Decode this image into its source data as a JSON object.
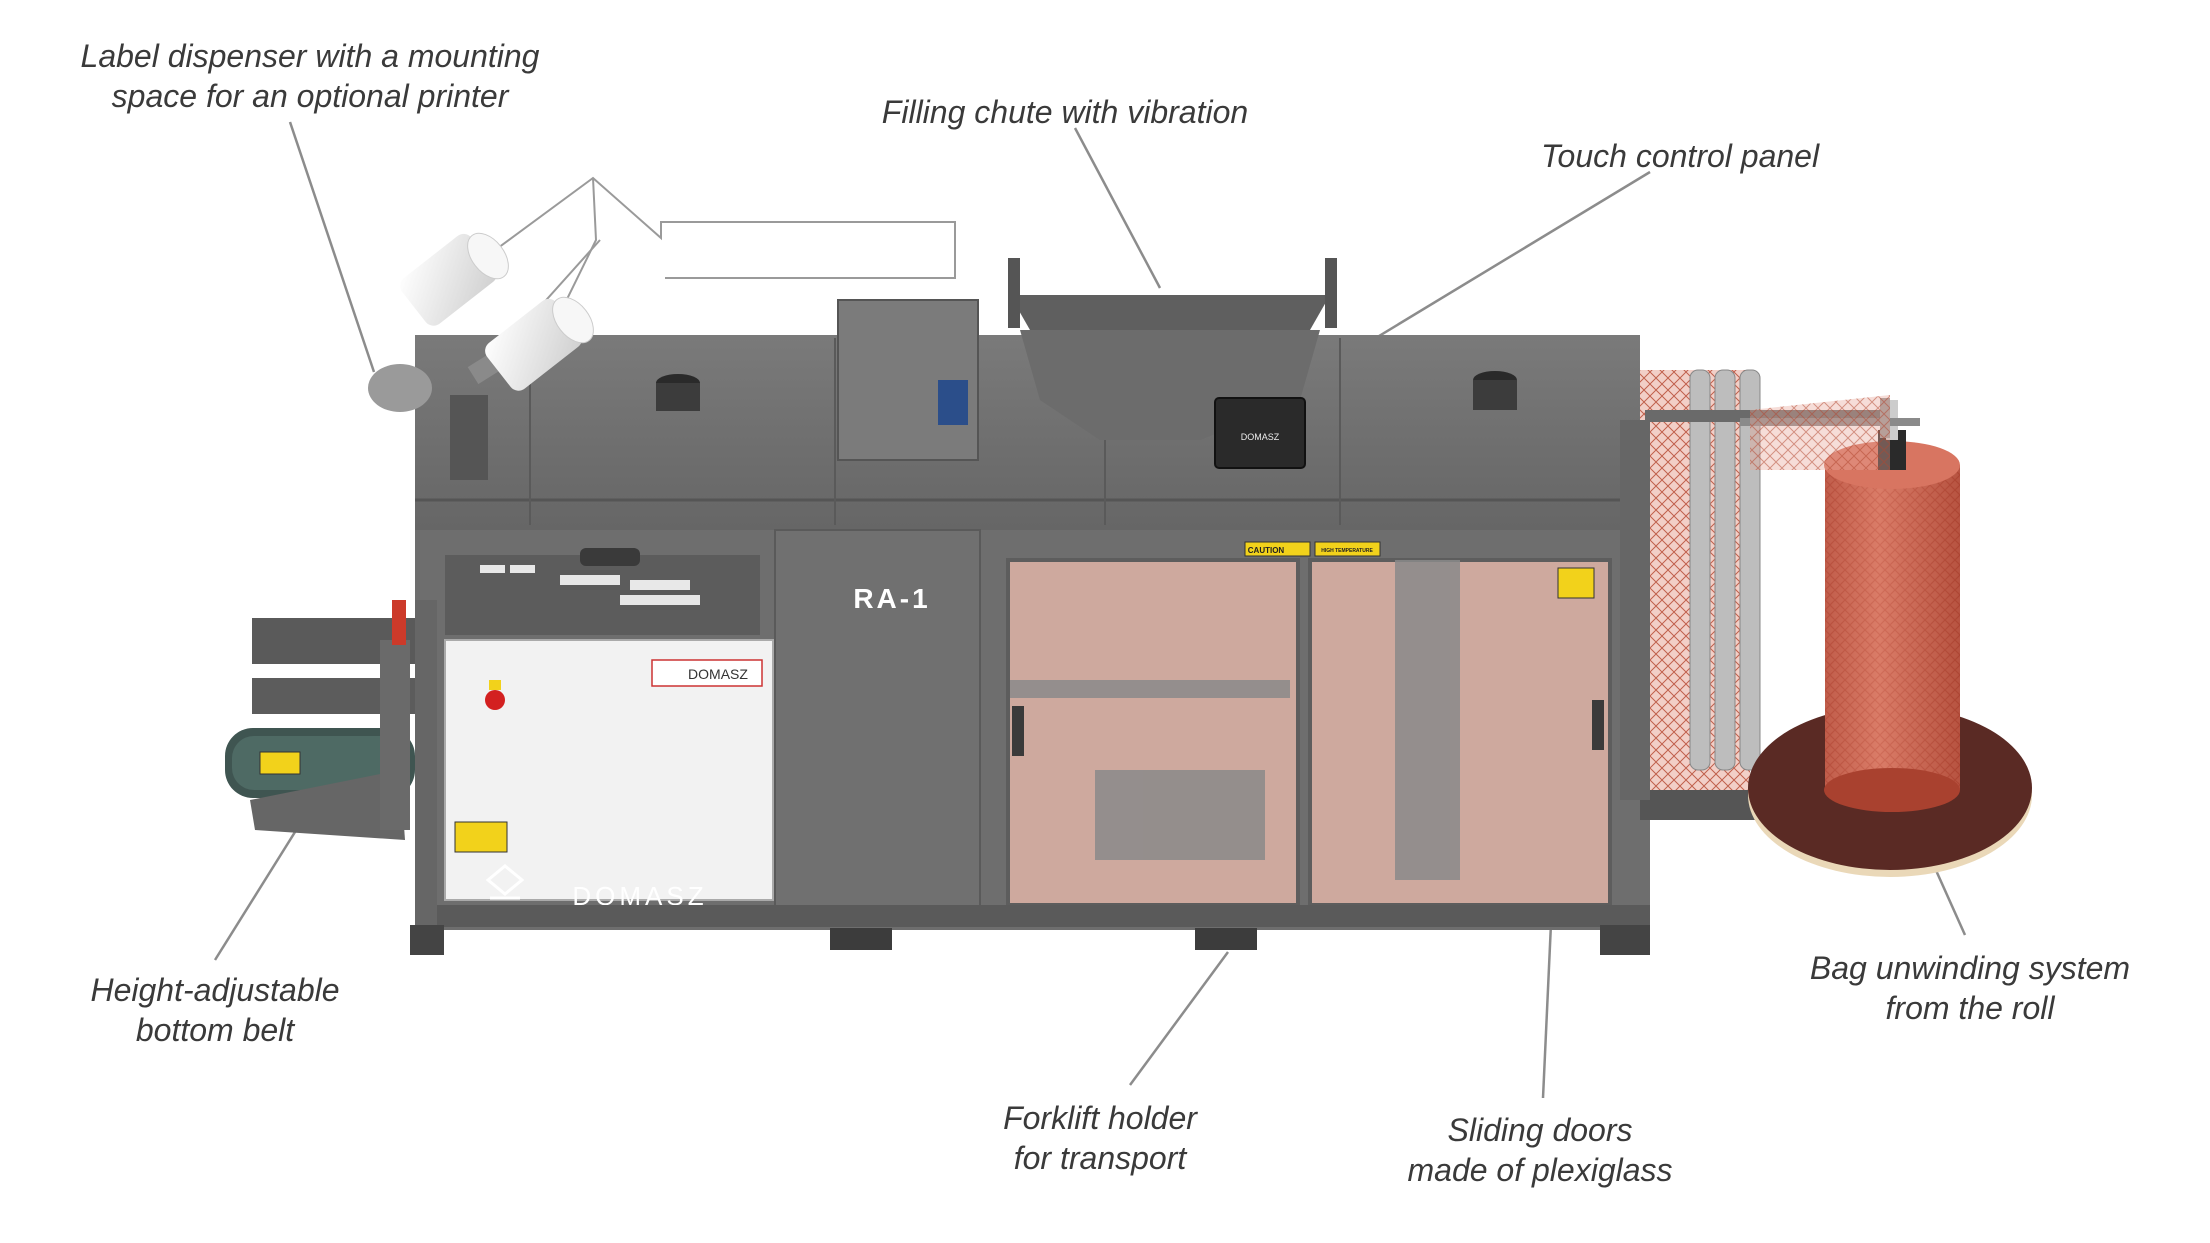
{
  "callouts": {
    "label_dispenser": [
      "Label dispenser with a mounting",
      "space for an optional printer"
    ],
    "filling_chute": [
      "Filling chute with vibration"
    ],
    "touch_panel": [
      "Touch control panel"
    ],
    "bottom_belt": [
      "Height-adjustable",
      "bottom belt"
    ],
    "bag_unwinding": [
      "Bag unwinding system",
      "from the roll"
    ],
    "forklift_holder": [
      "Forklift holder",
      "for transport"
    ],
    "sliding_doors": [
      "Sliding doors",
      "made of plexiglass"
    ]
  },
  "machine": {
    "model_label": "RA-1",
    "brand": "DOMASZ",
    "caution_label": "CAUTION",
    "temperature_label": "HIGH TEMPERATURE"
  },
  "colors": {
    "frame": "#6e6e6e",
    "frame_dark": "#555555",
    "frame_light": "#8a8a8a",
    "panel_white": "#f2f2f2",
    "net_red": "#cf6a55",
    "door_tint": "#e7b8aa",
    "leader_line": "#8c8c8c",
    "warning_yellow": "#f2d21b",
    "stop_red": "#d32020",
    "turntable": "#5a2a24"
  }
}
